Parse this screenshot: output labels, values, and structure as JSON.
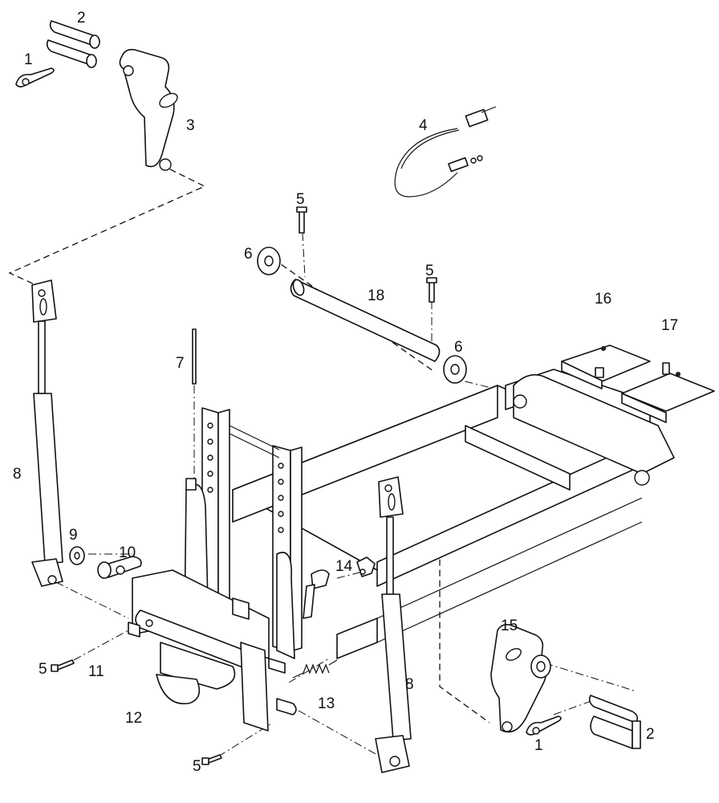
{
  "diagram": {
    "callouts": [
      {
        "id": "c1a",
        "text": "1"
      },
      {
        "id": "c2a",
        "text": "2"
      },
      {
        "id": "c3",
        "text": "3"
      },
      {
        "id": "c4",
        "text": "4"
      },
      {
        "id": "c5a",
        "text": "5"
      },
      {
        "id": "c6a",
        "text": "6"
      },
      {
        "id": "c5b",
        "text": "5"
      },
      {
        "id": "c18",
        "text": "18"
      },
      {
        "id": "c16",
        "text": "16"
      },
      {
        "id": "c17",
        "text": "17"
      },
      {
        "id": "c6b",
        "text": "6"
      },
      {
        "id": "c7",
        "text": "7"
      },
      {
        "id": "c8a",
        "text": "8"
      },
      {
        "id": "c9",
        "text": "9"
      },
      {
        "id": "c10",
        "text": "10"
      },
      {
        "id": "c14",
        "text": "14"
      },
      {
        "id": "c15",
        "text": "15"
      },
      {
        "id": "c5c",
        "text": "5"
      },
      {
        "id": "c11",
        "text": "11"
      },
      {
        "id": "c8b",
        "text": "8"
      },
      {
        "id": "c12",
        "text": "12"
      },
      {
        "id": "c13",
        "text": "13"
      },
      {
        "id": "c1b",
        "text": "1"
      },
      {
        "id": "c2b",
        "text": "2"
      },
      {
        "id": "c5d",
        "text": "5"
      }
    ]
  }
}
